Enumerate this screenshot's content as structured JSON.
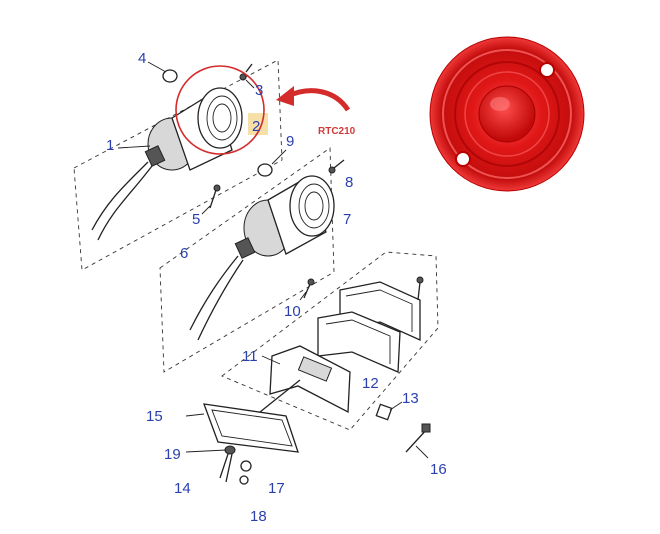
{
  "callouts": {
    "c1": "1",
    "c2": "2",
    "c3": "3",
    "c4": "4",
    "c5": "5",
    "c6": "6",
    "c7": "7",
    "c8": "8",
    "c9": "9",
    "c10": "10",
    "c11": "11",
    "c12": "12",
    "c13": "13",
    "c14": "14",
    "c15": "15",
    "c16": "16",
    "c17": "17",
    "c18": "18",
    "c19": "19"
  },
  "part_code": "RTC210",
  "colors": {
    "callout_text": "#2a3fae",
    "highlight_circle": "#d42b2b",
    "arrow": "#d42b2b",
    "lens_red": "#e31b1b",
    "highlight_box": "#f7e0a8"
  }
}
